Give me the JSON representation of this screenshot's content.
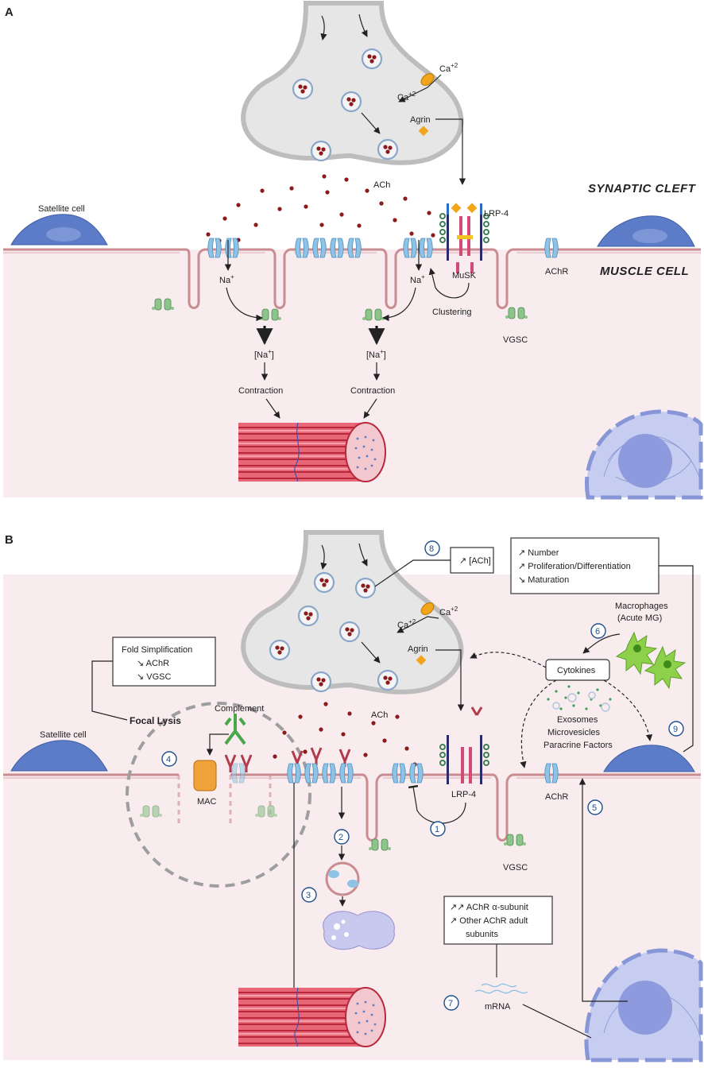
{
  "panel_a": {
    "letter": "A",
    "synaptic_cleft": "SYNAPTIC CLEFT",
    "muscle_cell": "MUSCLE CELL",
    "satellite_cell": "Satellite cell",
    "ca": "Ca",
    "ca_charge": "+2",
    "agrin": "Agrin",
    "ach": "ACh",
    "lrp4": "LRP-4",
    "musk": "MuSK",
    "clustering": "Clustering",
    "achr": "AChR",
    "vgsc": "VGSC",
    "na": "Na",
    "na_charge": "+",
    "na_conc": "[Na",
    "na_conc_close": "]",
    "contraction": "Contraction"
  },
  "panel_b": {
    "letter": "B",
    "satellite_cell": "Satellite cell",
    "ca": "Ca",
    "ca_charge": "+2",
    "agrin": "Agrin",
    "ach": "ACh",
    "lrp4": "LRP-4",
    "achr": "AChR",
    "vgsc": "VGSC",
    "complement": "Complement",
    "mac": "MAC",
    "focal_lysis": "Focal Lysis",
    "fold_box": {
      "title": "Fold Simplification",
      "line1": "AChR",
      "line2": "VGSC"
    },
    "ach_box": "[ACh]",
    "sat_box": {
      "line1": "Number",
      "line2": "Proliferation/Differentiation",
      "line3": "Maturation"
    },
    "macrophages": {
      "line1": "Macrophages",
      "line2": "(Acute MG)"
    },
    "cytokines": "Cytokines",
    "secreted": {
      "line1": "Exosomes",
      "line2": "Microvesicles",
      "line3": "Paracrine Factors"
    },
    "mrna_box": {
      "line1": "AChR α-subunit",
      "line2": "Other AChR adult",
      "line3": "subunits"
    },
    "mrna": "mRNA",
    "steps": [
      "1",
      "2",
      "3",
      "4",
      "5",
      "6",
      "7",
      "8",
      "9"
    ]
  },
  "colors": {
    "terminal": "#e6e6e6",
    "terminal_edge": "#bdbdbd",
    "muscle": "#f8ecee",
    "membrane": "#c98c91",
    "satellite": "#5c7cc8",
    "achr": "#8ec3e6",
    "vgsc": "#8cc48c",
    "ach_dot": "#8b1a1a",
    "fiber": "#d9485a",
    "nucleus": "#9aa8e0",
    "agrin": "#f2a51a",
    "step_circle": "#1f4f8a"
  }
}
